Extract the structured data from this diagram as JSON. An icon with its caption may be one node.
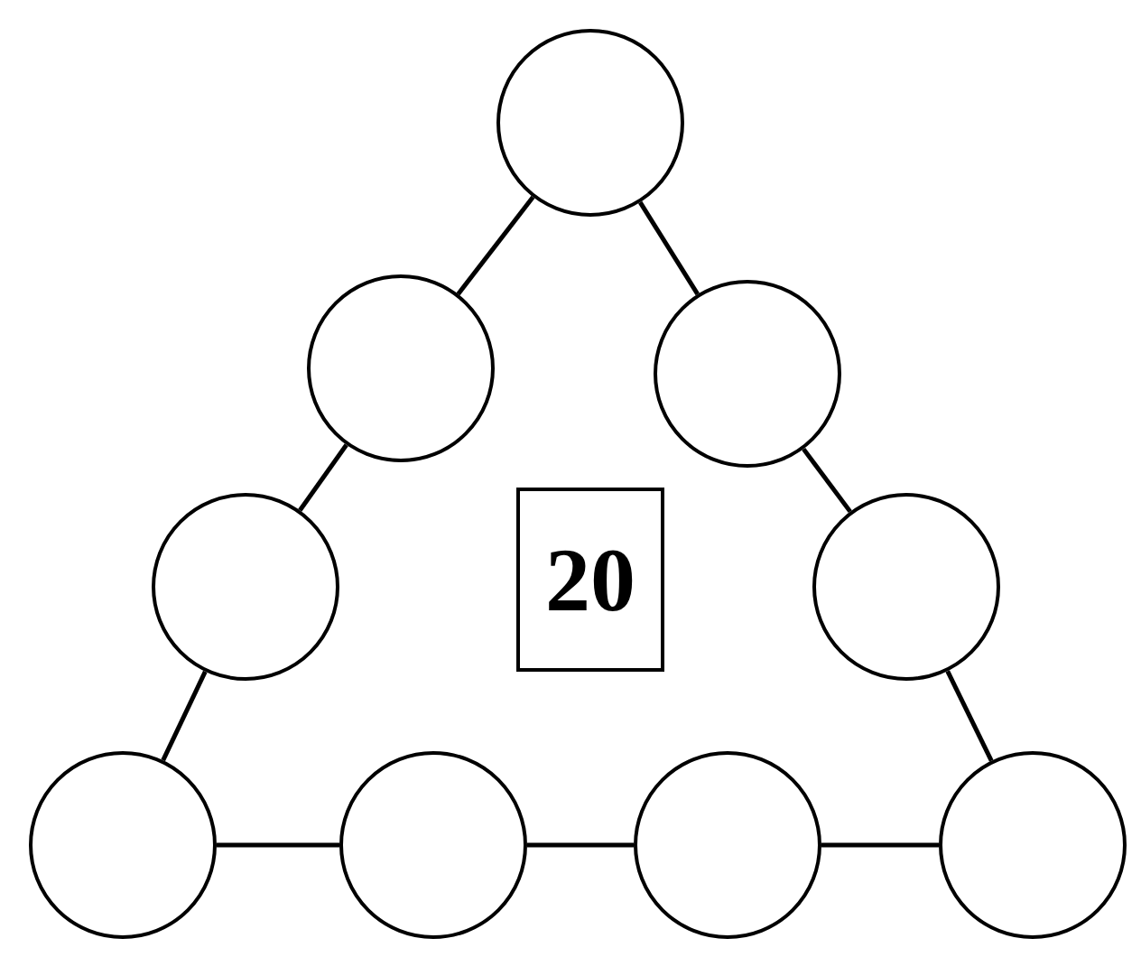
{
  "diagram": {
    "nodes": [
      {
        "text": [],
        "shape": "circle"
      },
      {
        "text": [],
        "shape": "circle"
      },
      {
        "text": [],
        "shape": "circle"
      },
      {
        "text": [],
        "shape": "circle"
      },
      {
        "text": [
          "20"
        ]
      },
      {
        "text": [],
        "shape": "circle"
      },
      {
        "text": [],
        "shape": "circle"
      },
      {
        "text": [],
        "shape": "circle"
      },
      {
        "text": [],
        "shape": "circle"
      },
      {
        "text": [],
        "shape": "circle"
      }
    ],
    "edges": [
      {
        "from": 0,
        "to": 1,
        "arrow": "none"
      },
      {
        "from": 1,
        "to": 3,
        "arrow": "none"
      },
      {
        "from": 3,
        "to": 6,
        "arrow": "none"
      },
      {
        "from": 0,
        "to": 2,
        "arrow": "none"
      },
      {
        "from": 2,
        "to": 5,
        "arrow": "none"
      },
      {
        "from": 5,
        "to": 9,
        "arrow": "none"
      },
      {
        "from": 6,
        "to": 7,
        "arrow": "none"
      },
      {
        "from": 7,
        "to": 8,
        "arrow": "none"
      },
      {
        "from": 8,
        "to": 9,
        "arrow": "none"
      }
    ]
  }
}
